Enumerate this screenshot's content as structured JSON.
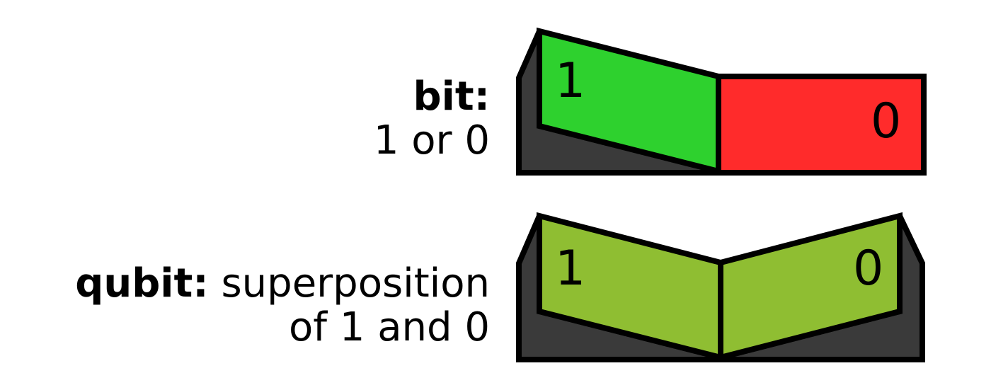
{
  "bit": {
    "title": "bit:",
    "description": "1 or 0",
    "switch": {
      "left_label": "1",
      "right_label": "0",
      "pressed_side": "left",
      "left_color": "#2ed12e",
      "right_color": "#ff2b2b",
      "base_color": "#3a3a3a"
    }
  },
  "qubit": {
    "title": "qubit:",
    "description_line1": "superposition",
    "description_line2": "of 1 and 0",
    "switch": {
      "left_label": "1",
      "right_label": "0",
      "pressed_side": "both",
      "left_color": "#8fbe32",
      "right_color": "#8fbe32",
      "base_color": "#3a3a3a"
    }
  },
  "outline_color": "#000000"
}
